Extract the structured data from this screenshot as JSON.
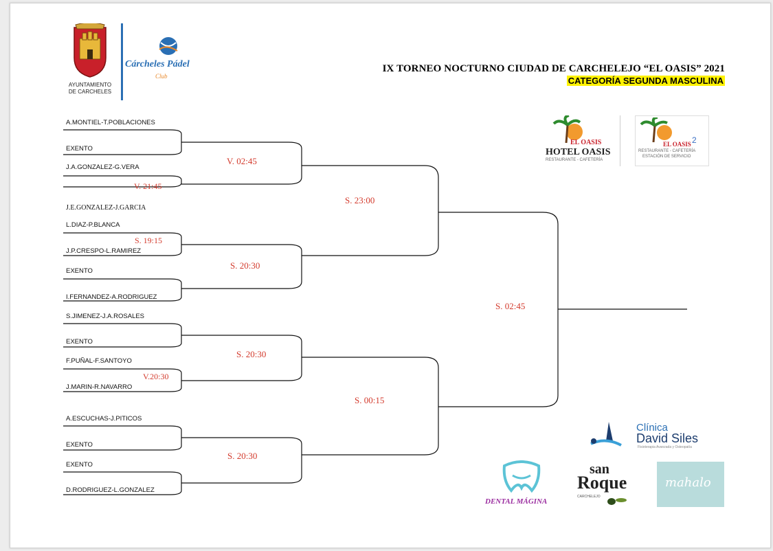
{
  "header": {
    "title": "IX TORNEO NOCTURNO CIUDAD DE CARCHELEJO “EL OASIS” 2021",
    "category": "CATEGORÍA SEGUNDA MASCULINA"
  },
  "logos": {
    "ayuntamiento_line1": "AYUNTAMIENTO",
    "ayuntamiento_line2": "DE CARCHELES",
    "club_name": "Cárcheles Pádel",
    "club_sub": "Club",
    "hotel_name": "HOTEL OASIS",
    "hotel_brand": "EL OASIS",
    "hotel_sub": "RESTAURANTE - CAFETERÍA",
    "station_brand": "EL OASIS",
    "station_sub1": "RESTAURANTE - CAFETERÍA",
    "station_sub2": "ESTACIÓN DE SERVICIO",
    "clinic_line1": "Clínica",
    "clinic_line2": "David Siles",
    "clinic_sub": "Fisioterapia Avanzada y Osteopatía",
    "dental": "DENTAL MÁGINA",
    "sanroque_line1": "san",
    "sanroque_line2": "Roque",
    "sanroque_sub": "CARCHELEJO",
    "mahalo": "mahalo"
  },
  "players": [
    "A.MONTIEL-T.POBLACIONES",
    "EXENTO",
    "J.A.GONZALEZ-G.VERA",
    "J.E.GONZALEZ-J.GARCIA",
    "L.DIAZ-P.BLANCA",
    "J.P.CRESPO-L.RAMIREZ",
    "EXENTO",
    "I.FERNANDEZ-A.RODRIGUEZ",
    "S.JIMENEZ-J.A.ROSALES",
    "EXENTO",
    "F.PUÑAL-F.SANTOYO",
    "J.MARIN-R.NAVARRO",
    "A.ESCUCHAS-J.PITICOS",
    "EXENTO",
    "EXENTO",
    "D.RODRIGUEZ-L.GONZALEZ"
  ],
  "times": {
    "r1_m2": "V. 21:45",
    "r1_m3": "S. 19:15",
    "r1_m6": "V.20:30",
    "r2_m1": "V. 02:45",
    "r2_m2": "S. 20:30",
    "r2_m3": "S. 20:30",
    "r2_m4": "S. 20:30",
    "semi_1": "S. 23:00",
    "semi_2": "S. 00:15",
    "final": "S. 02:45"
  }
}
